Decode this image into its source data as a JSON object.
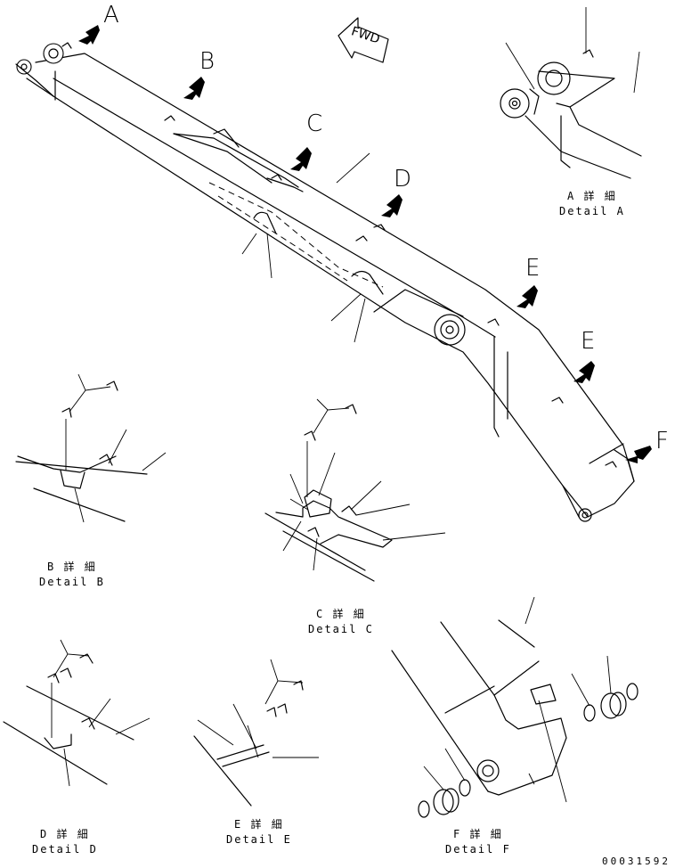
{
  "view_labels": {
    "a": "A",
    "b": "B",
    "c": "C",
    "d": "D",
    "e1": "E",
    "e2": "E",
    "f": "F"
  },
  "fwd_label": "FWD",
  "details": {
    "a": {
      "jp": "A 詳 細",
      "en": "Detail A"
    },
    "b": {
      "jp": "B 詳 細",
      "en": "Detail B"
    },
    "c": {
      "jp": "C 詳 細",
      "en": "Detail C"
    },
    "d": {
      "jp": "D 詳 細",
      "en": "Detail D"
    },
    "e": {
      "jp": "E 詳 細",
      "en": "Detail E"
    },
    "f": {
      "jp": "F 詳 細",
      "en": "Detail F"
    }
  },
  "part_number": "00031592"
}
